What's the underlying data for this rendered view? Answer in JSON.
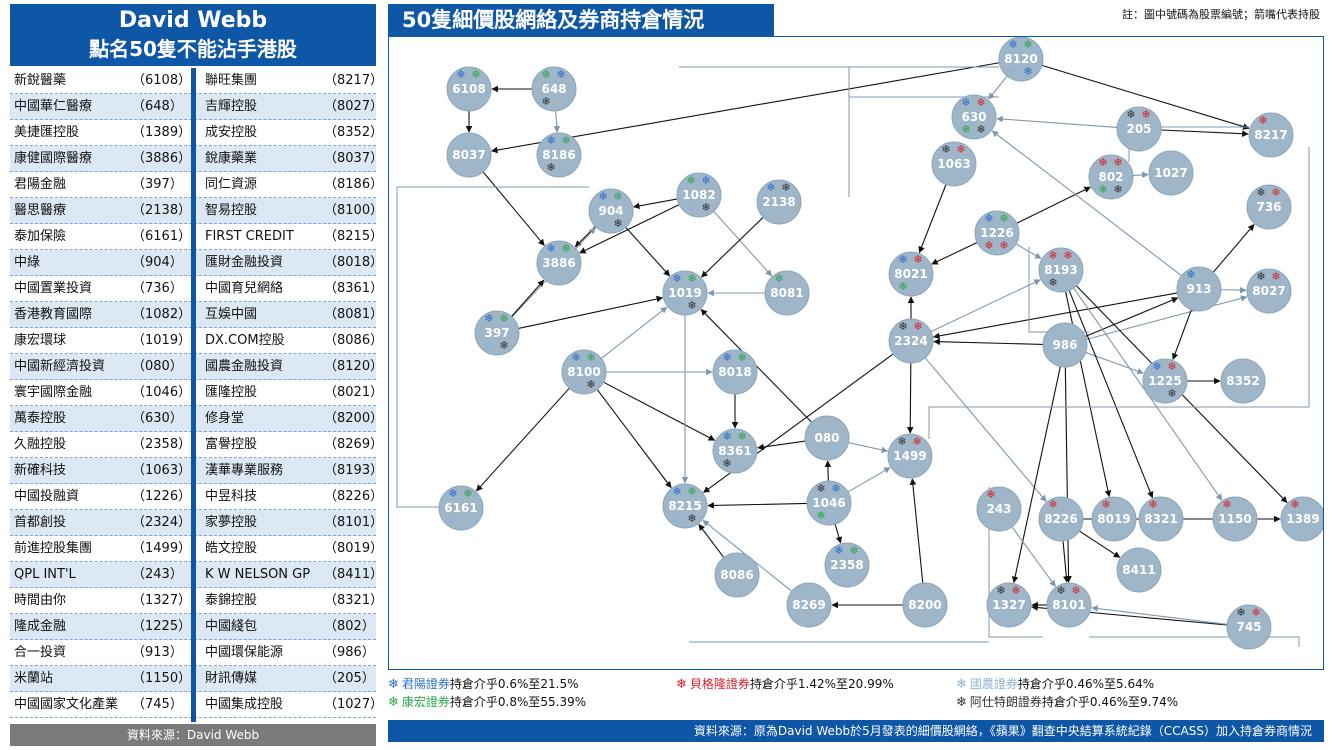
{
  "left": {
    "title_1": "David Webb",
    "title_2": "點名50隻不能沾手港股",
    "source": "資料來源：David Webb",
    "rows": [
      {
        "n1": "新銳醫藥",
        "c1": "（6108）",
        "n2": "聯旺集團",
        "c2": "（8217）"
      },
      {
        "n1": "中國華仁醫療",
        "c1": "（648）",
        "n2": "吉輝控股",
        "c2": "（8027）"
      },
      {
        "n1": "美捷匯控股",
        "c1": "（1389）",
        "n2": "成安控股",
        "c2": "（8352）"
      },
      {
        "n1": "康健國際醫療",
        "c1": "（3886）",
        "n2": "銳康藥業",
        "c2": "（8037）"
      },
      {
        "n1": "君陽金融",
        "c1": "（397）",
        "n2": "同仁資源",
        "c2": "（8186）"
      },
      {
        "n1": "醫思醫療",
        "c1": "（2138）",
        "n2": "智易控股",
        "c2": "（8100）"
      },
      {
        "n1": "泰加保險",
        "c1": "（6161）",
        "n2": "FIRST CREDIT",
        "c2": "（8215）"
      },
      {
        "n1": "中綠",
        "c1": "（904）",
        "n2": "匯財金融投資",
        "c2": "（8018）"
      },
      {
        "n1": "中國置業投資",
        "c1": "（736）",
        "n2": "中國育兒網絡",
        "c2": "（8361）"
      },
      {
        "n1": "香港教育國際",
        "c1": "（1082）",
        "n2": "互娛中國",
        "c2": "（8081）"
      },
      {
        "n1": "康宏環球",
        "c1": "（1019）",
        "n2": "DX.COM控股",
        "c2": "（8086）"
      },
      {
        "n1": "中國新經濟投資",
        "c1": "（080）",
        "n2": "國農金融投資",
        "c2": "（8120）"
      },
      {
        "n1": "寰宇國際金融",
        "c1": "（1046）",
        "n2": "匯隆控股",
        "c2": "（8021）"
      },
      {
        "n1": "萬泰控股",
        "c1": "（630）",
        "n2": "修身堂",
        "c2": "（8200）"
      },
      {
        "n1": "久融控股",
        "c1": "（2358）",
        "n2": "富譽控股",
        "c2": "（8269）"
      },
      {
        "n1": "新確科技",
        "c1": "（1063）",
        "n2": "漢華專業服務",
        "c2": "（8193）"
      },
      {
        "n1": "中國投融資",
        "c1": "（1226）",
        "n2": "中昱科技",
        "c2": "（8226）"
      },
      {
        "n1": "首都創投",
        "c1": "（2324）",
        "n2": "家夢控股",
        "c2": "（8101）"
      },
      {
        "n1": "前進控股集團",
        "c1": "（1499）",
        "n2": "皓文控股",
        "c2": "（8019）"
      },
      {
        "n1": "QPL INT'L",
        "c1": "（243）",
        "n2": "K W NELSON GP",
        "c2": "（8411）"
      },
      {
        "n1": "時間由你",
        "c1": "（1327）",
        "n2": "泰錦控股",
        "c2": "（8321）"
      },
      {
        "n1": "隆成金融",
        "c1": "（1225）",
        "n2": "中國綫包",
        "c2": "（802）"
      },
      {
        "n1": "合一投資",
        "c1": "（913）",
        "n2": "中國環保能源",
        "c2": "（986）"
      },
      {
        "n1": "米蘭站",
        "c1": "（1150）",
        "n2": "財訊傳媒",
        "c2": "（205）"
      },
      {
        "n1": "中國國家文化產業",
        "c1": "（745）",
        "n2": "中國集成控股",
        "c2": "（1027）"
      }
    ]
  },
  "right": {
    "title": "50隻細價股網絡及券商持倉情況",
    "note": "註：圖中號碼為股票編號；箭嘴代表持股",
    "source": "資料來源：原為David Webb於5月發表的細價股網絡，《蘋果》翻查中央結算系統紀錄（CCASS）加入持倉券商情況",
    "legend": [
      {
        "sym": "❄",
        "color": "#2e6fd0",
        "broker": "君陽證券",
        "text": "持倉介乎0.6%至21.5%"
      },
      {
        "sym": "❄",
        "color": "#d8242b",
        "broker": "貝格隆證券",
        "text": "持倉介乎1.42%至20.99%"
      },
      {
        "sym": "❄",
        "color": "#8fb3d6",
        "broker": "國農證券",
        "text": "持倉介乎0.46%至5.64%"
      },
      {
        "sym": "❄",
        "color": "#2aa84a",
        "broker": "康宏證券",
        "text": "持倉介乎0.8%至55.39%"
      },
      {
        "sym": "❄",
        "color": "#333333",
        "broker": "阿仕特朗證券",
        "text": "持倉介乎0.46%至9.74%"
      }
    ],
    "broker_colors": {
      "B": "#2e6fd0",
      "G": "#2aa84a",
      "L": "#8fb3d6",
      "R": "#d8242b",
      "K": "#333333"
    },
    "node_color": "#9fb5c8",
    "nodes": [
      {
        "id": "8120",
        "m": "BGLB"
      },
      {
        "id": "6108",
        "m": "BG"
      },
      {
        "id": "648",
        "m": "GBK"
      },
      {
        "id": "630",
        "m": "BRGK"
      },
      {
        "id": "205",
        "m": "KR"
      },
      {
        "id": "8217",
        "m": "R"
      },
      {
        "id": "8037",
        "m": ""
      },
      {
        "id": "8186",
        "m": "BGK"
      },
      {
        "id": "1063",
        "m": "KR"
      },
      {
        "id": "802",
        "m": "RRGK"
      },
      {
        "id": "1027",
        "m": ""
      },
      {
        "id": "1082",
        "m": "GBLK"
      },
      {
        "id": "2138",
        "m": "BK"
      },
      {
        "id": "904",
        "m": "BGLK"
      },
      {
        "id": "736",
        "m": "KR"
      },
      {
        "id": "1226",
        "m": "BGRR"
      },
      {
        "id": "3886",
        "m": "BG"
      },
      {
        "id": "8021",
        "m": "BRGL"
      },
      {
        "id": "8193",
        "m": "RRK"
      },
      {
        "id": "1019",
        "m": "BGLK"
      },
      {
        "id": "8081",
        "m": "G"
      },
      {
        "id": "913",
        "m": "B"
      },
      {
        "id": "8027",
        "m": "KR"
      },
      {
        "id": "397",
        "m": "BGLK"
      },
      {
        "id": "2324",
        "m": "KR"
      },
      {
        "id": "986",
        "m": ""
      },
      {
        "id": "8100",
        "m": "BGLK"
      },
      {
        "id": "8018",
        "m": "BGL"
      },
      {
        "id": "1225",
        "m": "BRLK"
      },
      {
        "id": "8352",
        "m": ""
      },
      {
        "id": "080",
        "m": ""
      },
      {
        "id": "8361",
        "m": "BGK"
      },
      {
        "id": "1499",
        "m": "KRL"
      },
      {
        "id": "6161",
        "m": "BGL"
      },
      {
        "id": "8215",
        "m": "BGLK"
      },
      {
        "id": "1046",
        "m": "KBGL"
      },
      {
        "id": "243",
        "m": "R"
      },
      {
        "id": "8226",
        "m": "R"
      },
      {
        "id": "8019",
        "m": "R"
      },
      {
        "id": "8321",
        "m": "R"
      },
      {
        "id": "1150",
        "m": "R"
      },
      {
        "id": "1389",
        "m": "R"
      },
      {
        "id": "2358",
        "m": "BGL"
      },
      {
        "id": "8086",
        "m": ""
      },
      {
        "id": "8411",
        "m": ""
      },
      {
        "id": "8269",
        "m": ""
      },
      {
        "id": "8200",
        "m": ""
      },
      {
        "id": "1327",
        "m": "KR"
      },
      {
        "id": "8101",
        "m": "KR"
      },
      {
        "id": "745",
        "m": "KR"
      }
    ],
    "edges": [
      [
        "648",
        "6108"
      ],
      [
        "648",
        "8186"
      ],
      [
        "6108",
        "8037"
      ],
      [
        "8037",
        "3886"
      ],
      [
        "8120",
        "630"
      ],
      [
        "8120",
        "8217"
      ],
      [
        "205",
        "8217"
      ],
      [
        "205",
        "630"
      ],
      [
        "1063",
        "8021"
      ],
      [
        "1226",
        "8021"
      ],
      [
        "1226",
        "8193"
      ],
      [
        "1226",
        "802"
      ],
      [
        "1082",
        "904"
      ],
      [
        "1082",
        "8081"
      ],
      [
        "1082",
        "3886"
      ],
      [
        "2138",
        "1019"
      ],
      [
        "8081",
        "1019"
      ],
      [
        "904",
        "3886"
      ],
      [
        "904",
        "1019"
      ],
      [
        "397",
        "904"
      ],
      [
        "397",
        "3886"
      ],
      [
        "397",
        "1019"
      ],
      [
        "8100",
        "8018"
      ],
      [
        "8100",
        "8361"
      ],
      [
        "8100",
        "8215"
      ],
      [
        "8100",
        "1019"
      ],
      [
        "8100",
        "6161"
      ],
      [
        "8018",
        "8361"
      ],
      [
        "1019",
        "8215"
      ],
      [
        "080",
        "8361"
      ],
      [
        "080",
        "1019"
      ],
      [
        "080",
        "1499"
      ],
      [
        "1046",
        "8215"
      ],
      [
        "1046",
        "080"
      ],
      [
        "1046",
        "1499"
      ],
      [
        "1046",
        "2358"
      ],
      [
        "8086",
        "8215"
      ],
      [
        "8269",
        "8215"
      ],
      [
        "8200",
        "8269"
      ],
      [
        "8200",
        "1499"
      ],
      [
        "2324",
        "8193"
      ],
      [
        "2324",
        "1499"
      ],
      [
        "2324",
        "8215"
      ],
      [
        "2324",
        "8226"
      ],
      [
        "2324",
        "8021"
      ],
      [
        "986",
        "2324"
      ],
      [
        "986",
        "1225"
      ],
      [
        "986",
        "1327"
      ],
      [
        "986",
        "913"
      ],
      [
        "986",
        "8027"
      ],
      [
        "986",
        "8101"
      ],
      [
        "913",
        "2324"
      ],
      [
        "913",
        "8027"
      ],
      [
        "913",
        "736"
      ],
      [
        "913",
        "1225"
      ],
      [
        "913",
        "630"
      ],
      [
        "1225",
        "8352"
      ],
      [
        "8193",
        "1389"
      ],
      [
        "8193",
        "1150"
      ],
      [
        "8193",
        "8321"
      ],
      [
        "8193",
        "8019"
      ],
      [
        "802",
        "1027"
      ],
      [
        "8226",
        "8411"
      ],
      [
        "8226",
        "8101"
      ],
      [
        "243",
        "8101"
      ],
      [
        "8101",
        "1327"
      ],
      [
        "745",
        "1327"
      ],
      [
        "745",
        "8101"
      ],
      [
        "8226",
        "1389"
      ],
      [
        "8120",
        "8037"
      ]
    ]
  }
}
